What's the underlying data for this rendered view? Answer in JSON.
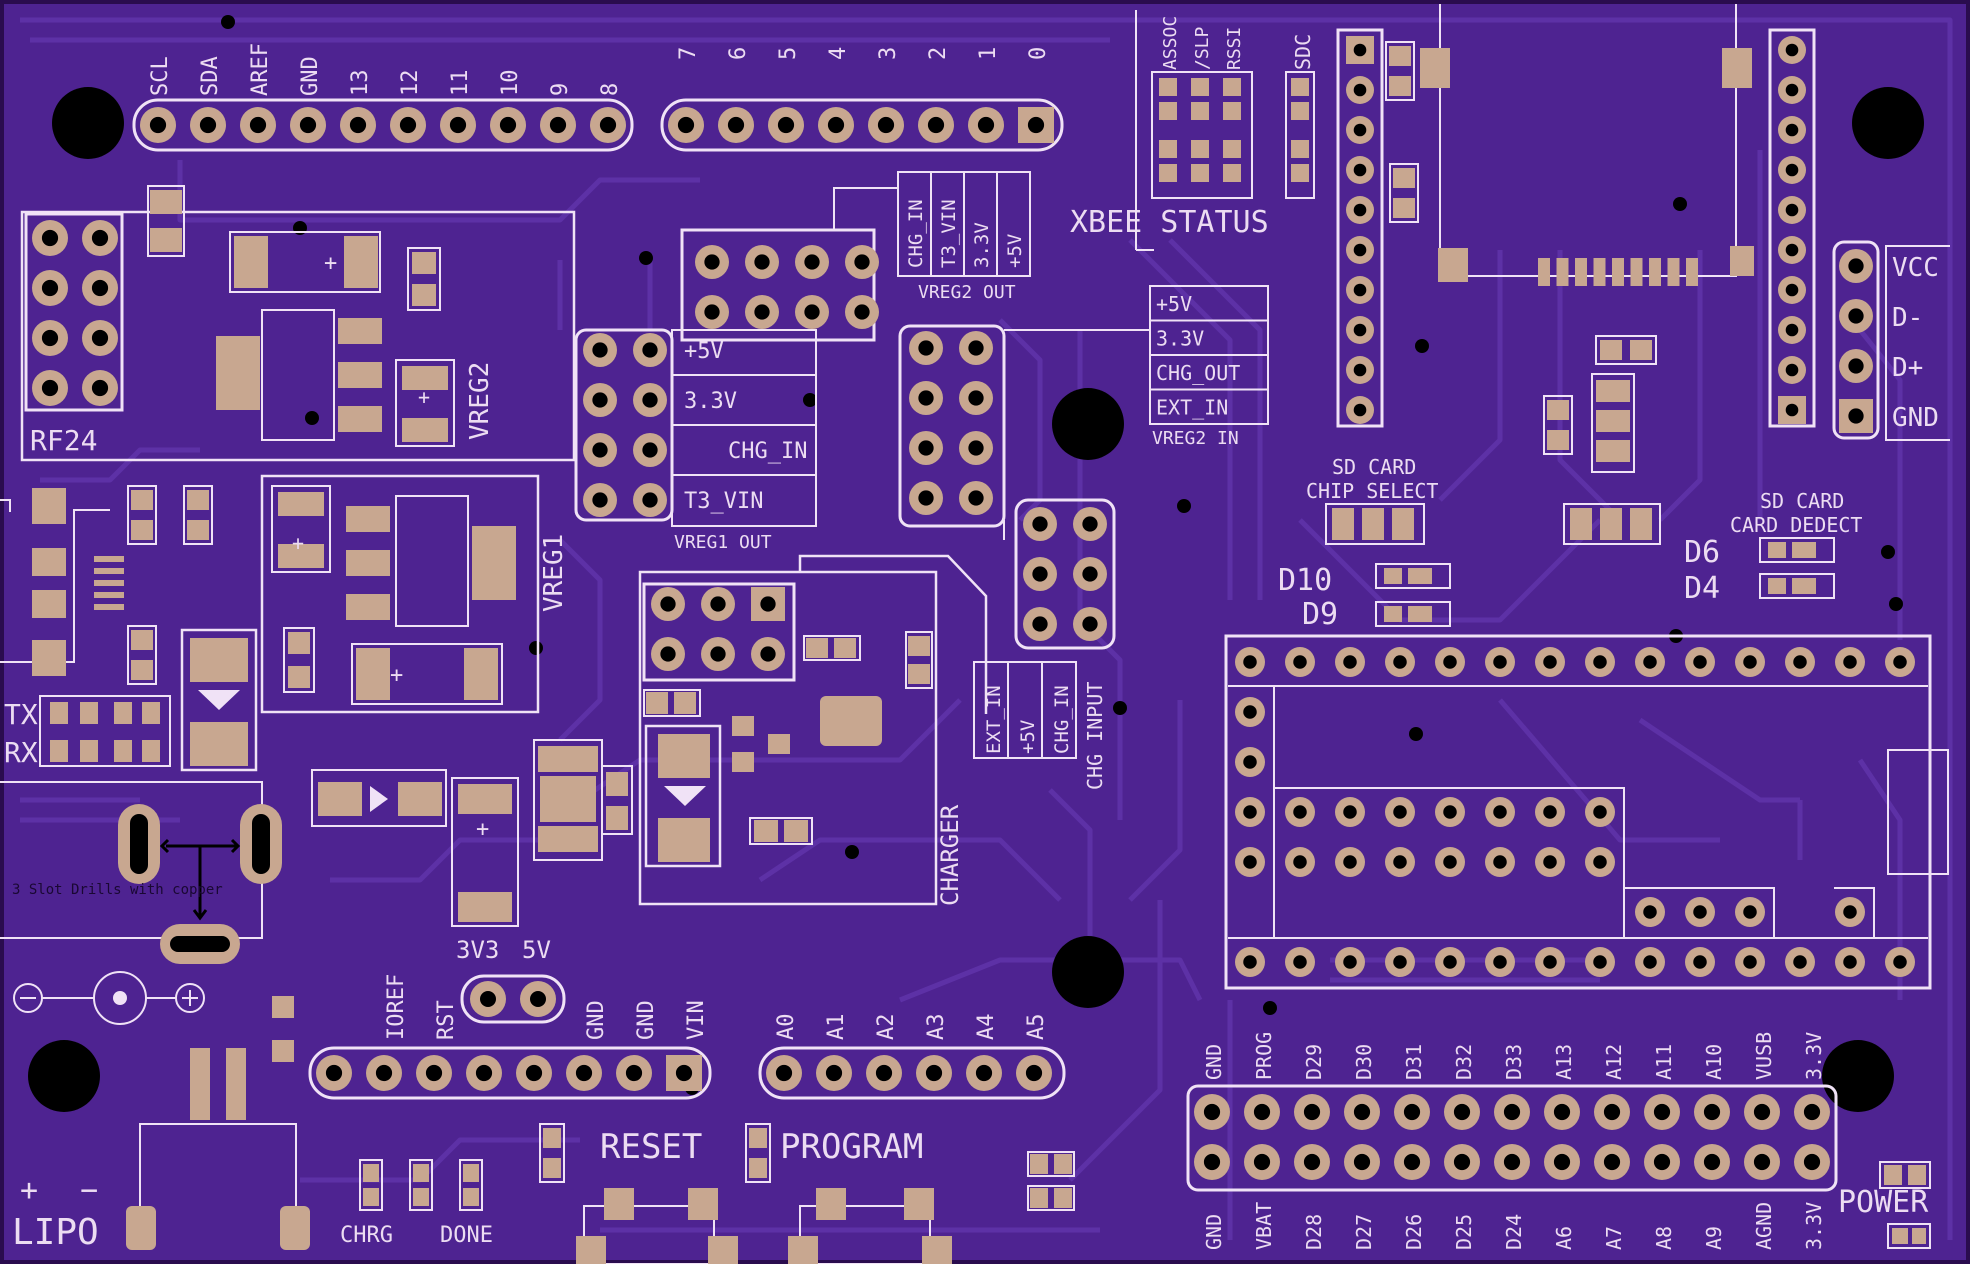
{
  "colors": {
    "board": "#4e2391",
    "trace": "#5b2ea4",
    "silk": "#f0e2f6",
    "pad": "#c8a790",
    "hole": "#000000"
  },
  "top_header_left": [
    "SCL",
    "SDA",
    "AREF",
    "GND",
    "13",
    "12",
    "11",
    "10",
    "9",
    "8"
  ],
  "top_header_right": [
    "7",
    "6",
    "5",
    "4",
    "3",
    "2",
    "1",
    "0"
  ],
  "bottom_header_power": [
    "IOREF",
    "RST",
    "3V3",
    "5V",
    "GND",
    "GND",
    "VIN"
  ],
  "bottom_header_analog": [
    "A0",
    "A1",
    "A2",
    "A3",
    "A4",
    "A5"
  ],
  "teensy_top_labels": [
    "GND",
    "PROG",
    "D29",
    "D30",
    "D31",
    "D32",
    "D33",
    "A13",
    "A12",
    "A11",
    "A10",
    "VUSB",
    "3.3V"
  ],
  "teensy_bottom_labels": [
    "GND",
    "VBAT",
    "D28",
    "D27",
    "D26",
    "D25",
    "D24",
    "A6",
    "A7",
    "A8",
    "A9",
    "AGND",
    "3.3V"
  ],
  "xbee_status_pins": [
    "ASSOC",
    "/SLP",
    "RSSI"
  ],
  "sdc_label": "SDC",
  "xbee_status": "XBEE STATUS",
  "usb_labels": [
    "VCC",
    "D-",
    "D+",
    "GND"
  ],
  "rf24": "RF24",
  "vreg1": "VREG1",
  "vreg2": "VREG2",
  "vreg1_out_rows": [
    "+5V",
    "3.3V",
    "CHG_IN",
    "T3_VIN"
  ],
  "vreg1_out_title": "VREG1 OUT",
  "vreg2_out_cols": [
    "CHG_IN",
    "T3_VIN",
    "3.3V",
    "+5V"
  ],
  "vreg2_out_title": "VREG2 OUT",
  "vreg2_in_rows": [
    "+5V",
    "3.3V",
    "CHG_OUT",
    "EXT_IN"
  ],
  "vreg2_in_title": "VREG2 IN",
  "chg_input_cols": [
    "EXT_IN",
    "+5V",
    "CHG_IN"
  ],
  "chg_input_title": "CHG INPUT",
  "charger": "CHARGER",
  "sd_chip_select": [
    "SD CARD",
    "CHIP SELECT"
  ],
  "sd_card_detect": [
    "SD CARD",
    "CARD DEDECT"
  ],
  "leds": {
    "d6": "D6",
    "d4": "D4",
    "d10": "D10",
    "d9": "D9"
  },
  "tx": "TX",
  "rx": "RX",
  "slot_note": "3 Slot Drills with copper",
  "v33": "3V3",
  "v5": "5V",
  "reset": "RESET",
  "program": "PROGRAM",
  "lipo": "LIPO",
  "lipo_plus": "+",
  "lipo_minus": "−",
  "chrg": "CHRG",
  "done": "DONE",
  "power": "POWER",
  "dc_minus_icon": "minus-circle-icon",
  "dc_plus_icon": "plus-circle-icon"
}
